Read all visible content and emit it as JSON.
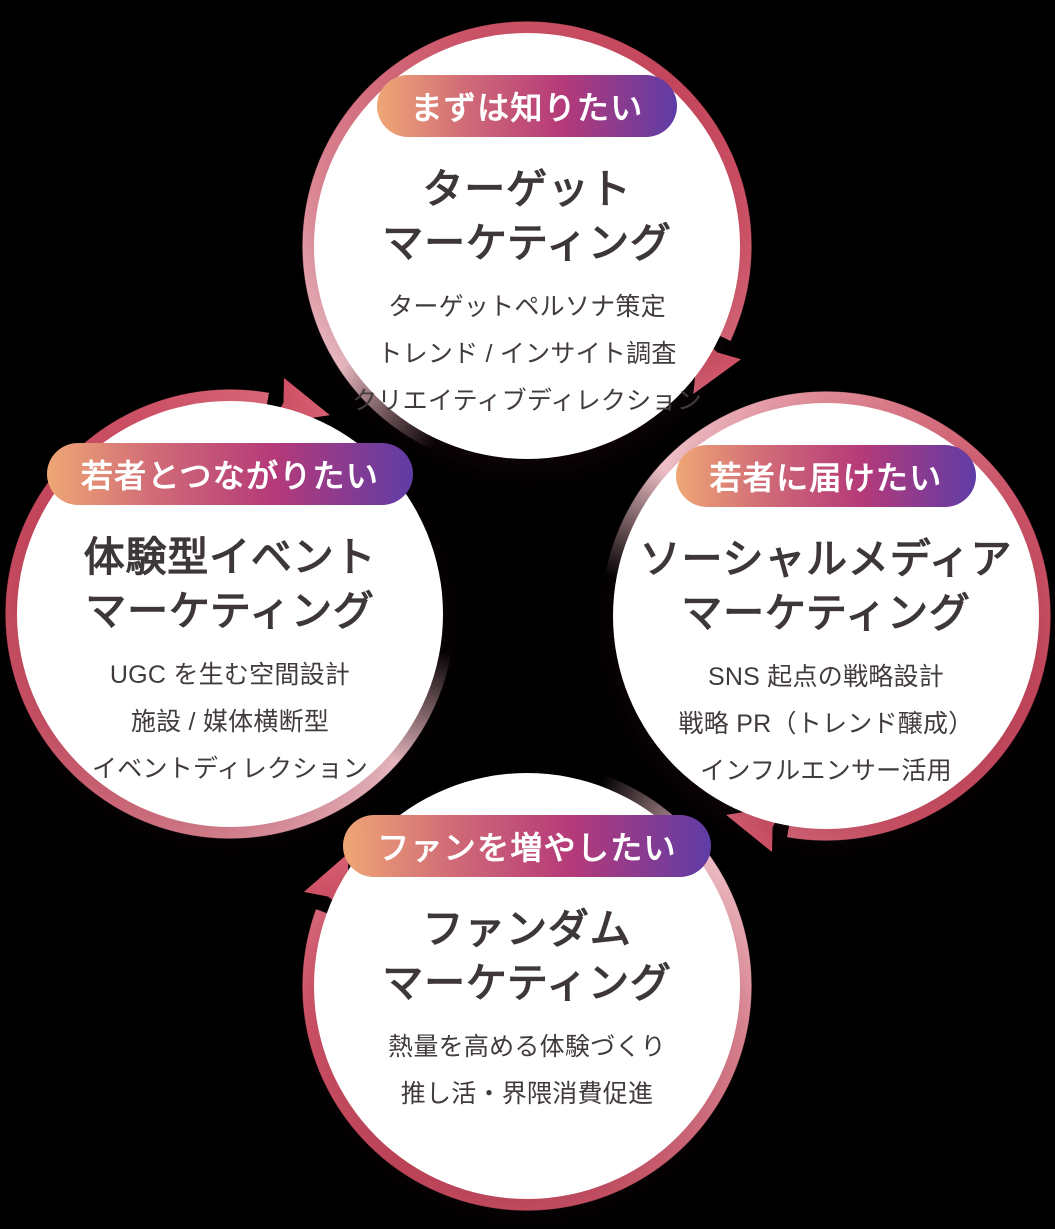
{
  "diagram": {
    "description": "marketing-services-cycle",
    "flow_direction": "clockwise",
    "colors": {
      "background": "#000000",
      "circle_fill": "#ffffff",
      "ring_main": "#c9485e",
      "ring_light": "#f2c4cb",
      "arrow": "#d45a6e",
      "badge_gradient_start": "#efa775",
      "badge_gradient_mid": "#b53a79",
      "badge_gradient_end": "#5f3ca6",
      "badge_text": "#ffffff",
      "title_text": "#3d3739",
      "body_text": "#423b3d"
    }
  },
  "cycle": {
    "nodes": [
      {
        "position": "top",
        "badge": "まずは知りたい",
        "title_lines": [
          "ターゲット",
          "マーケティング"
        ],
        "items": [
          "ターゲットペルソナ策定",
          "トレンド / インサイト調査",
          "クリエイティブディレクション"
        ]
      },
      {
        "position": "right",
        "badge": "若者に届けたい",
        "title_lines": [
          "ソーシャルメディア",
          "マーケティング"
        ],
        "items": [
          "SNS 起点の戦略設計",
          "戦略 PR（トレンド醸成）",
          "インフルエンサー活用"
        ]
      },
      {
        "position": "bottom",
        "badge": "ファンを増やしたい",
        "title_lines": [
          "ファンダム",
          "マーケティング"
        ],
        "items": [
          "熱量を高める体験づくり",
          "推し活・界隈消費促進"
        ]
      },
      {
        "position": "left",
        "badge": "若者とつながりたい",
        "title_lines": [
          "体験型イベント",
          "マーケティング"
        ],
        "items": [
          "UGC を生む空間設計",
          "施設 / 媒体横断型",
          "イベントディレクション"
        ]
      }
    ]
  }
}
